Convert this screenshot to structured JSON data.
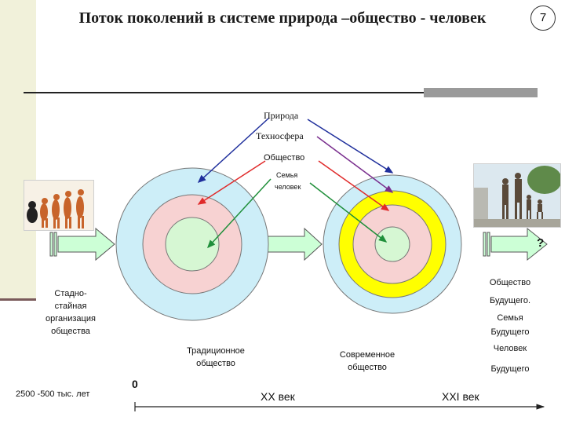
{
  "title": "Поток поколений в системе природа –общество - человек",
  "slide_number": "7",
  "labels": {
    "nature": "Природа",
    "technosphere": "Техносфера",
    "society": "Общество",
    "family": "Семья",
    "person": "человек"
  },
  "question_mark": "?",
  "left_text": [
    "Стадно-",
    "стайная",
    "организация",
    "общества"
  ],
  "right_text": [
    "Общество",
    "Будущего.",
    "Семья",
    "Будущего",
    "Человек",
    "Будущего"
  ],
  "traditional_society": "Традиционное общество",
  "modern_society": "Современное общество",
  "timeline": {
    "start": "2500 -500 тыс. лет",
    "zero": "0",
    "xx": "XX век",
    "xxi": "XXI век"
  },
  "colors": {
    "outer_ring": "#cdeef8",
    "pink_ring": "#f7d2d2",
    "yellow_ring": "#ffff00",
    "inner_circle": "#d6f7d3",
    "flow_arrow": "#ccffd6",
    "arrow_blue": "#1f2f9c",
    "arrow_purple": "#7a2f8e",
    "arrow_red": "#e02b2b",
    "arrow_green": "#1f8f3a"
  },
  "images": {
    "left": "evolution-illustration",
    "right": "family-sculpture-photo"
  }
}
